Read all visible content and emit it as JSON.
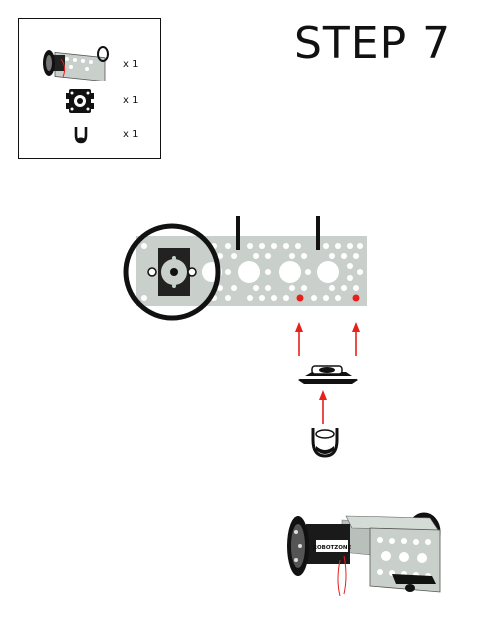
{
  "title": "STEP 7",
  "parts_list": [
    {
      "icon": "wheel-bracket-assembly-icon",
      "quantity": "x 1"
    },
    {
      "icon": "caster-mount-plate-icon",
      "quantity": "x 1"
    },
    {
      "icon": "caster-wheel-icon",
      "quantity": "x 1"
    }
  ],
  "motor_label": "ROBOTZONE",
  "colors": {
    "plate": "#c9d0cb",
    "outline": "#111111",
    "arrow": "#e8201d",
    "highlight": "#e8201d"
  }
}
